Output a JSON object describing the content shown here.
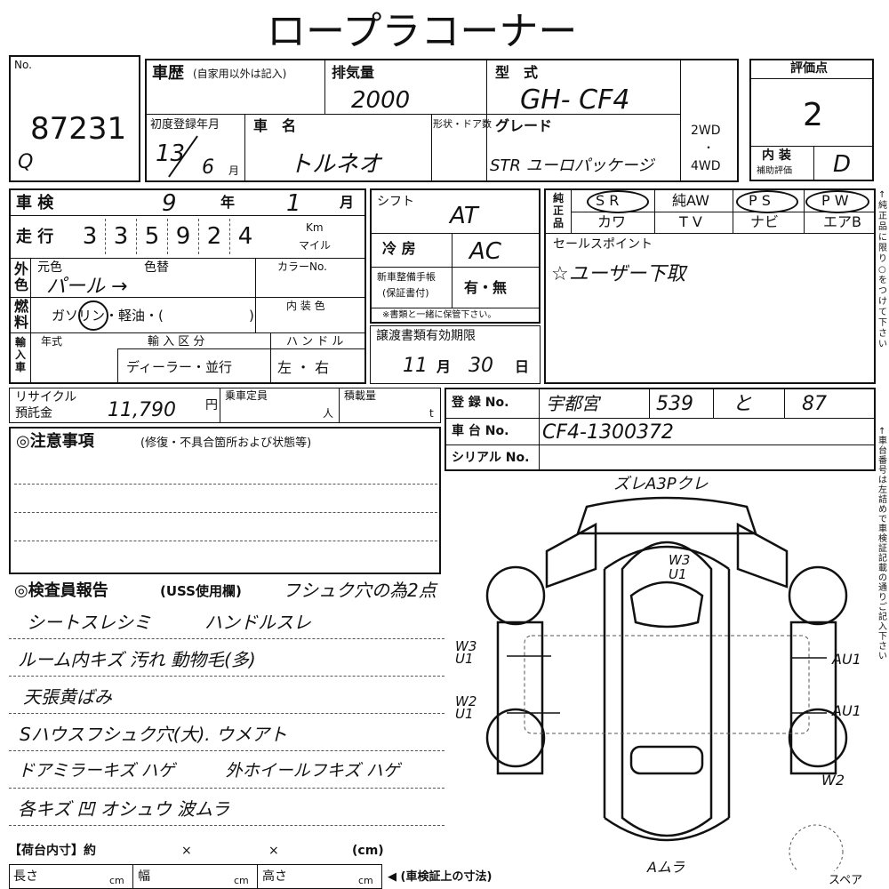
{
  "header": {
    "title": "ロープラコーナー"
  },
  "lot": {
    "no_label": "No.",
    "number": "87231",
    "mark": "Q"
  },
  "history": {
    "label": "車歴",
    "note": "(自家用以外は記入)"
  },
  "displacement": {
    "label": "排気量",
    "value": "2000"
  },
  "model": {
    "label": "型　式",
    "value": "GH- CF4"
  },
  "score": {
    "label": "評価点",
    "value": "2",
    "interior_label": "内 装",
    "interior_sub": "補助評価",
    "interior_value": "D"
  },
  "first_reg": {
    "label": "初度登録年月",
    "year": "13",
    "month": "6",
    "month_unit": "月"
  },
  "car_name": {
    "label": "車　名",
    "value": "トルネオ"
  },
  "shape_label": "形状・ドア数",
  "grade": {
    "label": "グレード",
    "value": "STR ユーロパッケージ"
  },
  "drive": {
    "opt1": "2WD",
    "sep": "・",
    "opt2": "4WD"
  },
  "inspection": {
    "label": "車 検",
    "year": "9",
    "year_unit": "年",
    "month": "1",
    "month_unit": "月"
  },
  "mileage": {
    "label": "走 行",
    "digits": [
      "3",
      "3",
      "5",
      "9",
      "2",
      "4"
    ],
    "unit_km": "Km",
    "unit_mile": "マイル"
  },
  "shift": {
    "label": "シフト",
    "value": "AT"
  },
  "aircon": {
    "label": "冷 房",
    "value": "AC"
  },
  "manual": {
    "label1": "新車整備手帳",
    "label2": "(保証書付)",
    "options": "有・無",
    "note": "※書類と一緒に保管下さい。"
  },
  "options": {
    "side_label": "純正品",
    "row1": [
      "S R",
      "純AW",
      "P S",
      "P W"
    ],
    "row2": [
      "カワ",
      "T V",
      "ナビ",
      "エアB"
    ]
  },
  "color": {
    "side_label": "外色",
    "orig_label": "元色",
    "change_label": "色替",
    "code_label": "カラーNo.",
    "value": "パール →"
  },
  "fuel": {
    "side_label": "燃料",
    "options": "ガソリン・軽油・(",
    "close": ")",
    "interior_label": "内 装 色"
  },
  "import": {
    "side_label": "輸入車",
    "year_label": "年式",
    "type_label": "輸 入 区 分",
    "type_options": "ディーラー・並行",
    "handle_label": "ハ ン ド ル",
    "handle_options": "左 ・ 右"
  },
  "transfer": {
    "label": "譲渡書類有効期限",
    "month": "11",
    "month_unit": "月",
    "day": "30",
    "day_unit": "日"
  },
  "sales": {
    "label": "セールスポイント",
    "value": "☆ユーザー下取"
  },
  "recycle": {
    "label1": "リサイクル",
    "label2": "預託金",
    "value": "11,790",
    "unit": "円",
    "seats_label": "乗車定員",
    "seats_unit": "人",
    "load_label": "積載量",
    "load_unit": "t"
  },
  "registration": {
    "reg_label": "登 録 No.",
    "reg_area": "宇都宮",
    "reg_num": "539",
    "reg_kana": "と",
    "reg_last": "87",
    "chassis_label": "車 台 No.",
    "chassis_value": "CF4-1300372",
    "serial_label": "シリアル No."
  },
  "notes": {
    "title": "◎注意事項",
    "sub": "(修復・不具合箇所および状態等)"
  },
  "inspector": {
    "title": "◎検査員報告",
    "sub": "(USS使用欄)",
    "first": "フシュク穴の為2点",
    "lines": [
      "シートスレシミ　　　ハンドルスレ",
      "ルーム内キズ 汚れ 動物毛(多)",
      "天張黄ばみ",
      "Sハウスフシュク穴(大). ウメアト",
      "ドアミラーキズ ハゲ　　　外ホイールフキズ ハゲ",
      "各キズ 凹 オシュウ 波ムラ"
    ]
  },
  "diagram": {
    "top": "ズレA3Pクレ",
    "roof": "W3\nU1",
    "left1": "W3\nU1",
    "left2": "W2\nU1",
    "right1": "AU1",
    "right2": "AU1",
    "right3": "W2",
    "bottom": "Aムラ",
    "spare": "スペア"
  },
  "right_note1": "↑純正品に限り○をつけて下さい",
  "right_note2": "↑車台番号は左詰めで車検証記載の通りご記入下さい",
  "cargo": {
    "label": "【荷台内寸】約",
    "x1": "×",
    "x2": "×",
    "unit": "(cm)",
    "len_label": "長さ",
    "wid_label": "幅",
    "hei_label": "高さ",
    "cm": "cm",
    "note": "◀ (車検証上の寸法)"
  }
}
